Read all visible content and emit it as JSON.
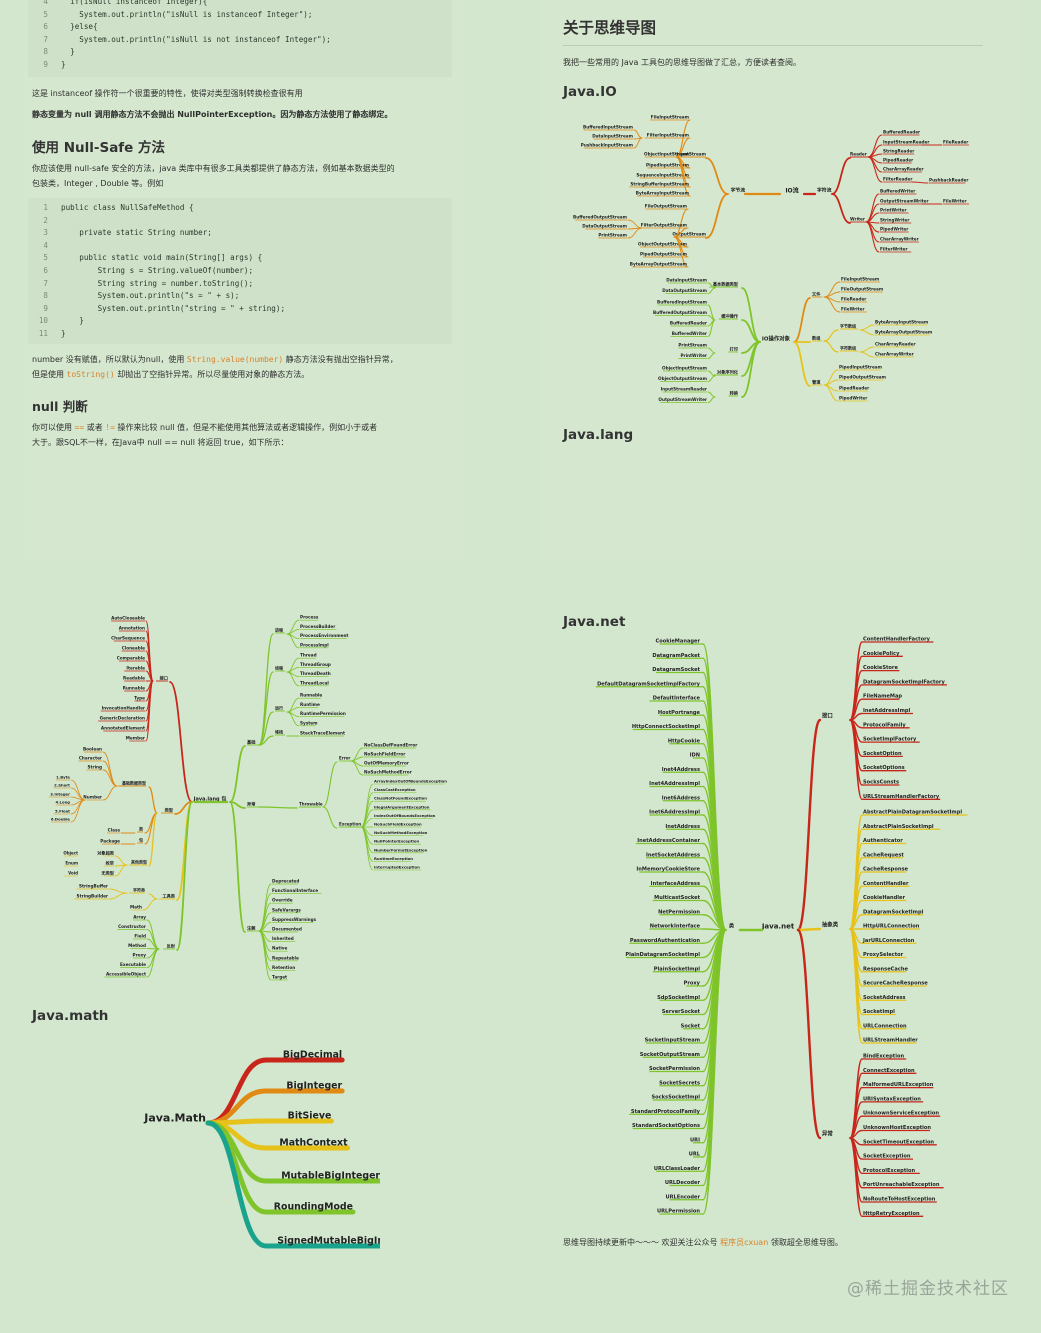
{
  "code1": {
    "lines": [
      {
        "n": "4",
        "t": "  if(isNull instanceof Integer){"
      },
      {
        "n": "5",
        "t": "    System.out.println(\"isNull is instanceof Integer\");"
      },
      {
        "n": "6",
        "t": "  }else{"
      },
      {
        "n": "7",
        "t": "    System.out.println(\"isNull is not instanceof Integer\");"
      },
      {
        "n": "8",
        "t": "  }"
      },
      {
        "n": "9",
        "t": "}"
      }
    ]
  },
  "para1": "这是 instanceof 操作符一个很重要的特性，使得对类型强制转换检查很有用",
  "para2": "静态变量为 null 调用静态方法不会抛出 NullPointerException。因为静态方法使用了静态绑定。",
  "heading_nullsafe": "使用 Null-Safe 方法",
  "para3_l1": "你应该使用 null-safe 安全的方法，java 类库中有很多工具类都提供了静态方法，例如基本数据类型的",
  "para3_l2": "包装类，Integer , Double 等。例如",
  "code2": {
    "lines": [
      {
        "n": "1",
        "t": "public class NullSafeMethod {"
      },
      {
        "n": "2",
        "t": ""
      },
      {
        "n": "3",
        "t": "    private static String number;"
      },
      {
        "n": "4",
        "t": ""
      },
      {
        "n": "5",
        "t": "    public static void main(String[] args) {"
      },
      {
        "n": "6",
        "t": "        String s = String.valueOf(number);"
      },
      {
        "n": "7",
        "t": "        String string = number.toString();"
      },
      {
        "n": "8",
        "t": "        System.out.println(\"s = \" + s);"
      },
      {
        "n": "9",
        "t": "        System.out.println(\"string = \" + string);"
      },
      {
        "n": "10",
        "t": "    }"
      },
      {
        "n": "11",
        "t": "}"
      }
    ]
  },
  "para4": {
    "a": "number 没有赋值，所以默认为null，使用 ",
    "code1": "String.value(number)",
    "b": " 静态方法没有抛出空指针异常，",
    "c": "但是使用 ",
    "code2": "toString()",
    "d": " 却抛出了空指针异常。所以尽量使用对象的静态方法。"
  },
  "heading_null": "null 判断",
  "para5": {
    "a": "你可以使用 ",
    "op1": "==",
    "b": " 或者 ",
    "op2": "!=",
    "c": " 操作来比较 null 值，但是不能使用其他算法或者逻辑操作，例如小于或者",
    "d": "大于。跟SQL不一样，在Java中 null == null 将返回 true，如下所示："
  },
  "right_title": "关于思维导图",
  "right_intro": "我把一些常用的 Java 工具包的思维导图做了汇总，方便读者查阅。",
  "heading_io": "Java.IO",
  "heading_lang": "Java.lang",
  "heading_net": "Java.net",
  "heading_math": "Java.math",
  "footer": {
    "a": "思维导图持续更新中～～～ 欢迎关注公众号 ",
    "b": "程序员cxuan",
    "c": " 领取超全思维导图。"
  },
  "watermark": "@稀土掘金技术社区",
  "io_map": {
    "root": "IO流",
    "byte_stream": "字节流",
    "char_stream": "字符流",
    "input_stream": "InputStream",
    "output_stream": "OutputStream",
    "reader": "Reader",
    "writer": "Writer",
    "input_children": [
      "FileInputStream",
      "FilterInputStream",
      "ObjectInputStream",
      "PipedInputStream",
      "SequenceInputStream",
      "StringBufferInputStream",
      "ByteArrayInputStream"
    ],
    "filter_in_children": [
      "BufferedInputStream",
      "DataInputStream",
      "PushbackInputStream"
    ],
    "output_children": [
      "FileOutputStream",
      "FilterOutputStream",
      "ObjectOutputStream",
      "PipedOutputStream",
      "ByteArrayOutputStream"
    ],
    "filter_out_children": [
      "BufferedOutputStream",
      "DataOutputStream",
      "PrintStream"
    ],
    "reader_children": [
      "BufferedReader",
      "InputStreamReader",
      "StringReader",
      "PipedReader",
      "CharArrayReader",
      "FilterReader"
    ],
    "reader_extra": [
      "FileReader",
      "PushbackReader"
    ],
    "writer_children": [
      "BufferedWriter",
      "OutputStreamWriter",
      "PrintWriter",
      "StringWriter",
      "PipedWriter",
      "CharArrayWriter",
      "FilterWriter"
    ],
    "writer_extra": [
      "FileWriter"
    ],
    "root2": "IO操作对象",
    "left_groups": [
      {
        "name": "基本数据类型",
        "items": [
          "DataInputStream",
          "DataOutputStream"
        ]
      },
      {
        "name": "缓冲操作",
        "items": [
          "BufferedInputStream",
          "BufferedOutputStream",
          "BufferedReader",
          "BufferedWriter"
        ]
      },
      {
        "name": "打印",
        "items": [
          "PrintStream",
          "PrintWriter"
        ]
      },
      {
        "name": "对象序列化",
        "items": [
          "ObjectInputStream",
          "ObjectOutputStream"
        ]
      },
      {
        "name": "转换",
        "items": [
          "InputStreamReader",
          "OutputStreamWriter"
        ]
      }
    ],
    "right_groups": [
      {
        "name": "文件",
        "items": [
          "FileInputStream",
          "FileOutputStream",
          "FileReader",
          "FileWriter"
        ]
      },
      {
        "name": "数组",
        "sub": [
          {
            "name": "字节数组",
            "items": [
              "ByteArrayInputStream",
              "ByteArrayOutputStream"
            ]
          },
          {
            "name": "字符数组",
            "items": [
              "CharArrayReader",
              "CharArrayWriter"
            ]
          }
        ]
      },
      {
        "name": "管道",
        "items": [
          "PipedInputStream",
          "PipedOutputStream",
          "PipedReader",
          "PipedWriter"
        ]
      }
    ]
  },
  "lang_map": {
    "root": "Java.lang 包",
    "iface": {
      "name": "接口",
      "items": [
        "AutoCloseable",
        "Annotation",
        "CharSequence",
        "Cloneable",
        "Comparable",
        "Iterable",
        "Readable",
        "Runnable",
        "Type",
        "InvocationHandler",
        "GenericDeclaration",
        "AnnotatedElement",
        "Member"
      ]
    },
    "types": {
      "name": "类型",
      "basic": {
        "name": "基础数据类型",
        "items": [
          "Boolean",
          "Character",
          "String",
          "Number"
        ]
      },
      "number_items": [
        "1.Byte",
        "2.Short",
        "3.Integer",
        "4.Long",
        "5.Float",
        "6.Double"
      ],
      "classgroup": [
        {
          "name": "类",
          "item": "Class"
        },
        {
          "name": "包",
          "item": "Package"
        }
      ],
      "other": {
        "name": "其他类型",
        "items": [
          {
            "k": "Object",
            "v": "对象超类"
          },
          {
            "k": "Enum",
            "v": "枚举"
          },
          {
            "k": "Void",
            "v": "无类型"
          }
        ]
      }
    },
    "tools": {
      "name": "工具类",
      "sb": {
        "name": "字符串",
        "items": [
          "StringBuffer",
          "StringBuilder"
        ]
      },
      "math": "Math"
    },
    "reflect": {
      "name": "反射",
      "items": [
        "Array",
        "Constructor",
        "Field",
        "Method",
        "Proxy",
        "Executable",
        "AccessibleObject"
      ]
    },
    "basic": {
      "name": "基础",
      "groups": [
        {
          "name": "进程",
          "items": [
            "Process",
            "ProcessBuilder",
            "ProcessEnvironment",
            "ProcessImpl"
          ]
        },
        {
          "name": "线程",
          "items": [
            "Thread",
            "ThreadGroup",
            "ThreadDeath",
            "ThreadLocal"
          ]
        },
        {
          "name": "运行",
          "items": [
            "Runnable",
            "Runtime",
            "RuntimePermission",
            "System"
          ]
        },
        {
          "name": "堆栈",
          "items": [
            "StackTraceElement"
          ]
        }
      ]
    },
    "exc": {
      "name": "异常",
      "throwable": "Throwable",
      "error": {
        "name": "Error",
        "items": [
          "NoClassDefFoundError",
          "NoSuchFieldError",
          "OutOfMemoryError",
          "NoSuchMethodError"
        ]
      },
      "exception": {
        "name": "Exception",
        "items": [
          "ArrayIndexOutOfBoundsException",
          "ClassCastException",
          "ClassNotFoundException",
          "IllegalArgumentException",
          "IndexOutOfBoundsException",
          "NoSuchFieldException",
          "NoSuchMethodException",
          "NullPointerException",
          "NumberFormatException",
          "RuntimeException",
          "InterruptedException"
        ]
      }
    },
    "anno": {
      "name": "注解",
      "items": [
        "Deprecated",
        "FunctionalInterface",
        "Override",
        "SafeVarargs",
        "SuppressWarnings",
        "Documented",
        "Inherited",
        "Native",
        "Repeatable",
        "Retention",
        "Target"
      ]
    }
  },
  "math_map": {
    "root": "Java.Math",
    "items": [
      "BigDecimal",
      "BigInteger",
      "BitSieve",
      "MathContext",
      "MutableBigInteger",
      "RoundingMode",
      "SignedMutableBigInteger"
    ]
  },
  "net_map": {
    "root": "Java.net",
    "class_label": "类",
    "classes": [
      "CookieManager",
      "DatagramPacket",
      "DatagramSocket",
      "DefaultDatagramSocketImplFactory",
      "DefaultInterface",
      "HostPortrange",
      "HttpConnectSocketImpl",
      "HttpCookie",
      "IDN",
      "Inet4Address",
      "Inet4AddressImpl",
      "Inet6Address",
      "Inet6AddressImpl",
      "InetAddress",
      "InetAddressContainer",
      "InetSocketAddress",
      "InMemoryCookieStore",
      "InterfaceAddress",
      "MulticastSocket",
      "NetPermission",
      "NetworkInterface",
      "PasswordAuthentication",
      "PlainDatagramSocketImpl",
      "PlainSocketImpl",
      "Proxy",
      "SdpSocketImpl",
      "ServerSocket",
      "Socket",
      "SocketInputStream",
      "SocketOutputStream",
      "SocketPermission",
      "SocketSecrets",
      "SocksSocketImpl",
      "StandardProtocolFamily",
      "StandardSocketOptions",
      "URI",
      "URL",
      "URLClassLoader",
      "URLDecoder",
      "URLEncoder",
      "URLPermission"
    ],
    "iface_label": "接口",
    "interfaces": [
      "ContentHandlerFactory",
      "CookiePolicy",
      "CookieStore",
      "DatagramSocketImplFactory",
      "FileNameMap",
      "InetAddressImpl",
      "ProtocolFamily",
      "SocketImplFactory",
      "SocketOption",
      "SocketOptions",
      "SocksConsts",
      "URLStreamHandlerFactory"
    ],
    "abstract_label": "抽象类",
    "abstracts": [
      "AbstractPlainDatagramSocketImpl",
      "AbstractPlainSocketImpl",
      "Authenticator",
      "CacheRequest",
      "CacheResponse",
      "ContentHandler",
      "CookieHandler",
      "DatagramSocketImpl",
      "HttpURLConnection",
      "JarURLConnection",
      "ProxySelector",
      "ResponseCache",
      "SecureCacheResponse",
      "SocketAddress",
      "SocketImpl",
      "URLConnection",
      "URLStreamHandler"
    ],
    "exc_label": "异常",
    "exceptions": [
      "BindException",
      "ConnectException",
      "MalformedURLException",
      "URISyntaxException",
      "UnknownServiceException",
      "UnknownHostException",
      "SocketTimeoutException",
      "SocketException",
      "ProtocolException",
      "PortUnreachableException",
      "NoRouteToHostException",
      "HttpRetryException"
    ]
  },
  "colors": {
    "red": "#c8261b",
    "orange": "#e08a14",
    "yellow": "#e6c21a",
    "green": "#7ec42a",
    "teal": "#1aa38c",
    "bg": "#d3e7ce"
  }
}
